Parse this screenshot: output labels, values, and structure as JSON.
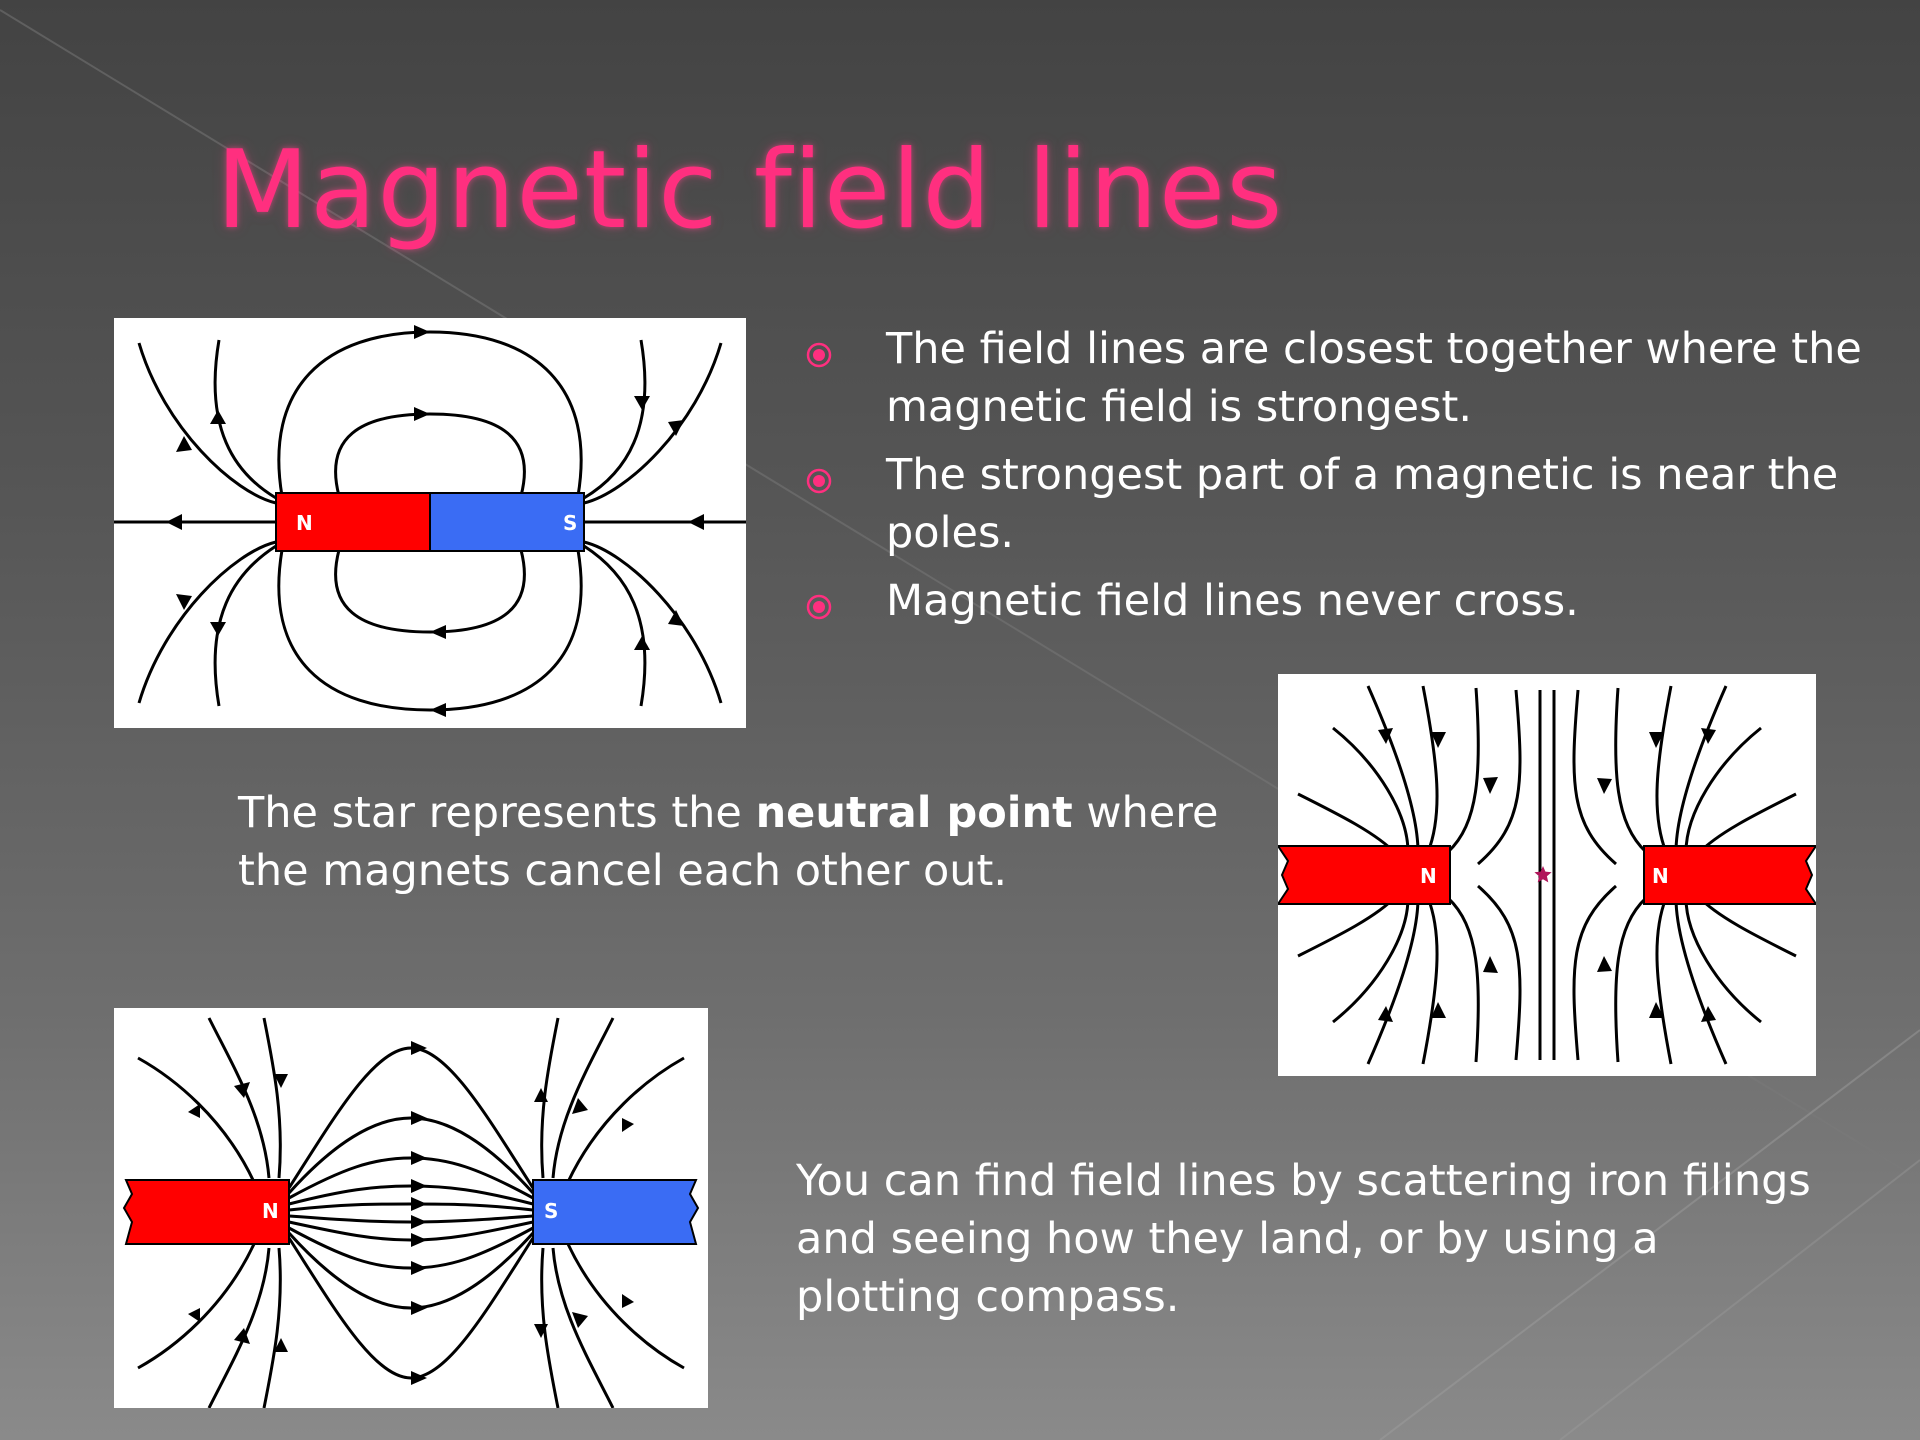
{
  "slide": {
    "title": "Magnetic field lines",
    "accent_color": "#ff2f7f",
    "bullet_icon": "circle-dot-icon",
    "bullets": [
      "The field lines are closest together where the magnetic field is strongest.",
      "The strongest part of a magnetic is near the poles.",
      "Magnetic field lines never cross."
    ],
    "neutral_caption": {
      "before": "The star represents the ",
      "bold": "neutral point",
      "after": " where the magnets cancel each other out."
    },
    "finding_caption": "You can find field lines by scattering iron filings and seeing how they land, or by using a plotting compass."
  },
  "diagrams": {
    "bar_magnet": {
      "left_pole": "N",
      "right_pole": "S",
      "left_color": "#ff0000",
      "right_color": "#3a6cf4"
    },
    "like_poles": {
      "left_pole": "N",
      "right_pole": "N",
      "left_color": "#ff0000",
      "right_color": "#ff0000",
      "neutral_marker": "star-icon",
      "neutral_color": "#b0145a"
    },
    "unlike_poles": {
      "left_pole": "N",
      "right_pole": "S",
      "left_color": "#ff0000",
      "right_color": "#3a6cf4"
    }
  }
}
